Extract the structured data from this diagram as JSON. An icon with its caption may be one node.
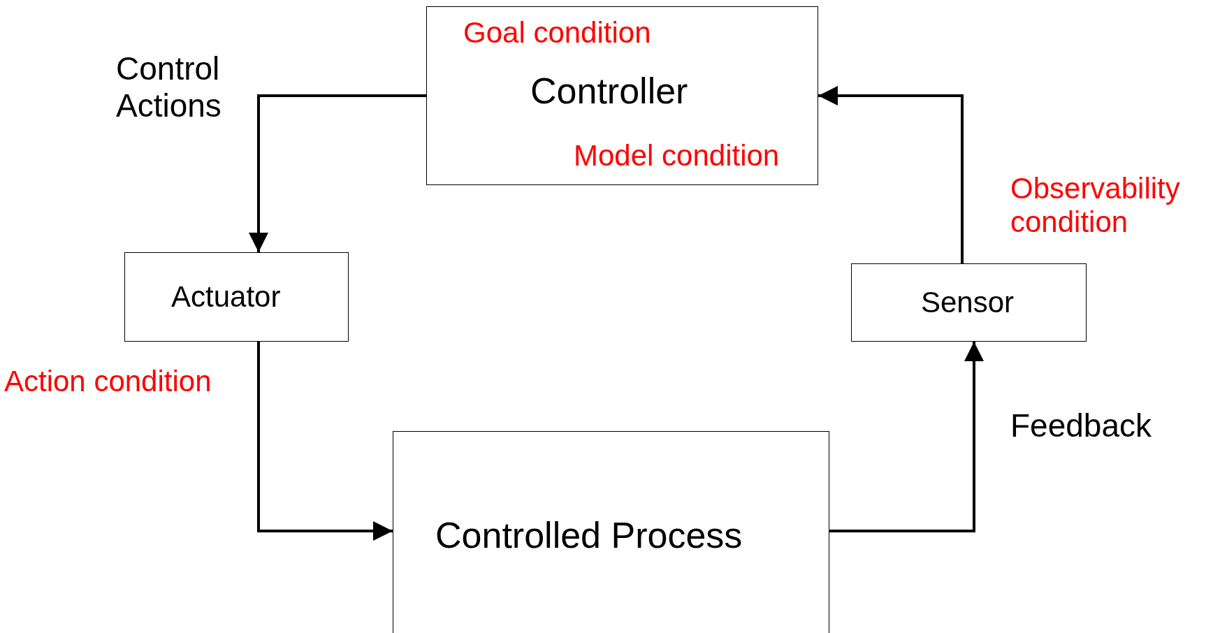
{
  "diagram": {
    "nodes": [
      {
        "text": [
          "Goal condition",
          "Controller",
          "Model condition"
        ]
      },
      {
        "text": [
          "Actuator"
        ]
      },
      {
        "text": [
          "Sensor"
        ]
      },
      {
        "text": [
          "Controlled Process"
        ]
      }
    ],
    "edges": [
      {
        "from": 0,
        "to": 1,
        "arrow": "to",
        "label": "Control Actions"
      },
      {
        "from": 1,
        "to": 3,
        "arrow": "to"
      },
      {
        "from": 3,
        "to": 2,
        "arrow": "to",
        "label": "Feedback"
      },
      {
        "from": 2,
        "to": 0,
        "arrow": "to"
      }
    ],
    "labels": [
      "Observability condition",
      "Action condition"
    ]
  }
}
